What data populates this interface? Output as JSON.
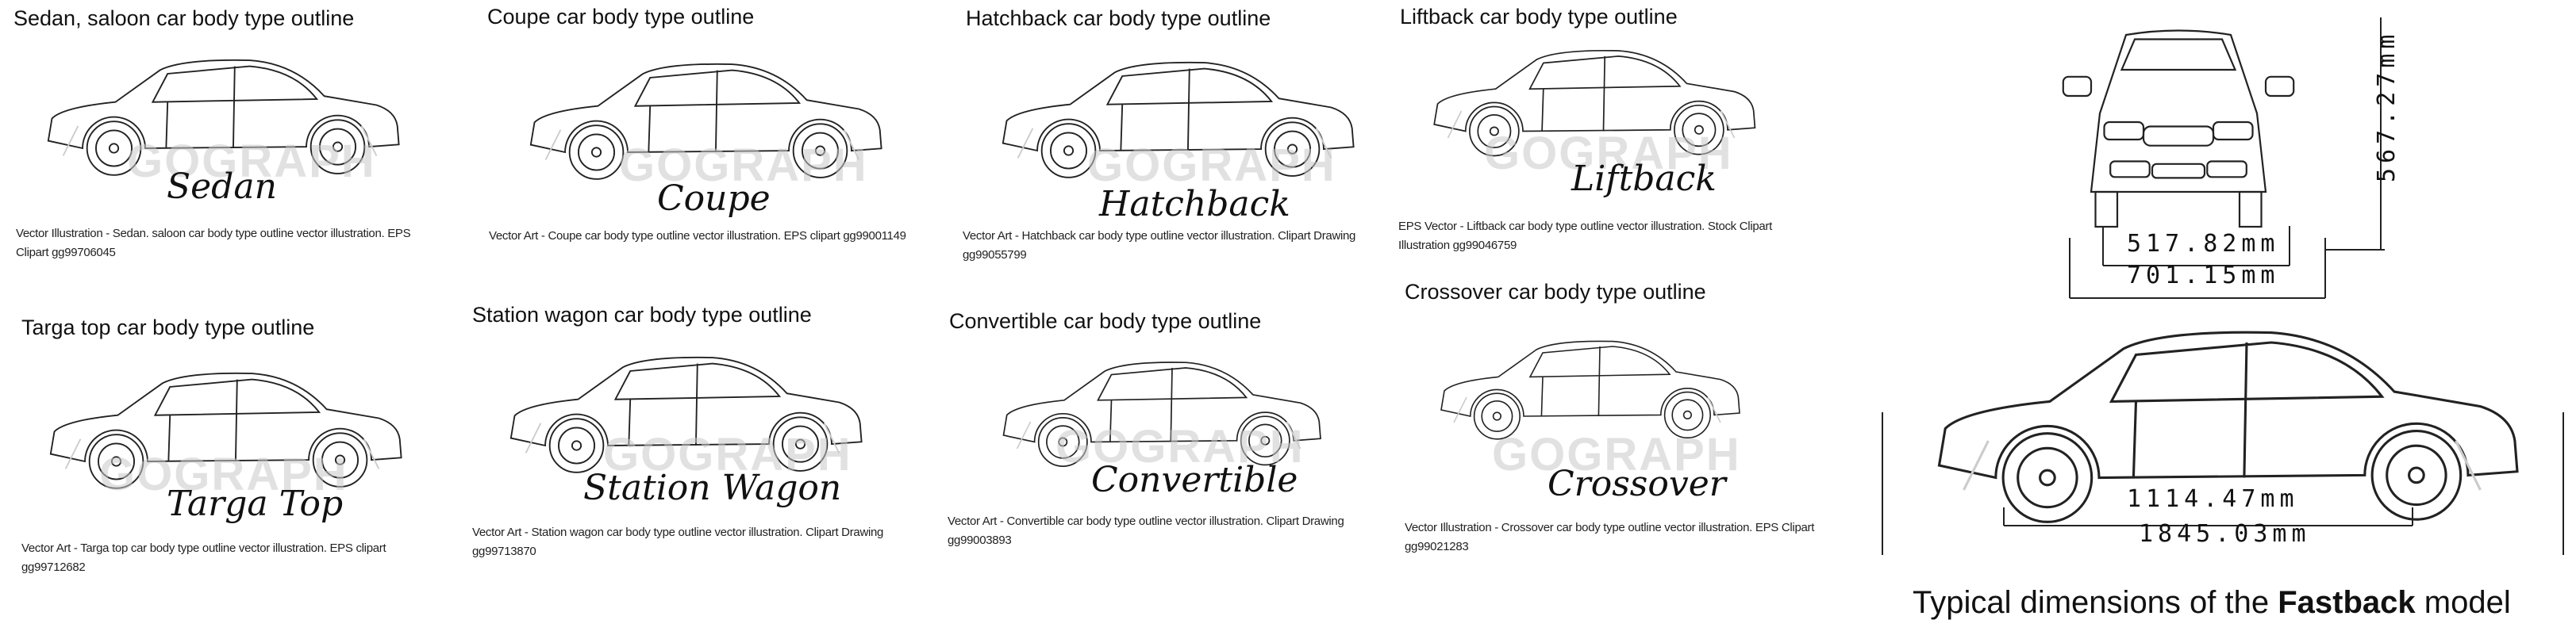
{
  "panels": [
    {
      "title": "Sedan, saloon car body type outline",
      "label": "Sedan",
      "watermark": "GOGRAPH",
      "caption": "Vector Illustration - Sedan. saloon car body type outline vector illustration. EPS Clipart gg99706045"
    },
    {
      "title": "Coupe car body type outline",
      "label": "Coupe",
      "watermark": "GOGRAPH",
      "caption": "Vector Art - Coupe car body type outline vector illustration. EPS clipart gg99001149"
    },
    {
      "title": "Hatchback car body type outline",
      "label": "Hatchback",
      "watermark": "GOGRAPH",
      "caption": "Vector Art - Hatchback car body type outline vector illustration. Clipart Drawing gg99055799"
    },
    {
      "title": "Liftback car body type outline",
      "label": "Liftback",
      "watermark": "GOGRAPH",
      "caption": "EPS Vector - Liftback car body type outline vector illustration. Stock Clipart Illustration gg99046759"
    },
    {
      "title": "Targa top car body type outline",
      "label": "Targa Top",
      "watermark": "GOGRAPH",
      "caption": "Vector Art - Targa top car body type outline vector illustration. EPS clipart gg99712682"
    },
    {
      "title": "Station wagon car body type outline",
      "label": "Station Wagon",
      "watermark": "GOGRAPH",
      "caption": "Vector Art - Station wagon car body type outline vector illustration. Clipart Drawing gg99713870"
    },
    {
      "title": "Convertible car body type outline",
      "label": "Convertible",
      "watermark": "GOGRAPH",
      "caption": "Vector Art - Convertible car body type outline vector illustration. Clipart Drawing gg99003893"
    },
    {
      "title": "Crossover car body type outline",
      "label": "Crossover",
      "watermark": "GOGRAPH",
      "caption": "Vector Illustration - Crossover car body type outline vector illustration. EPS Clipart gg99021283"
    }
  ],
  "fastback": {
    "height": "567.27mm",
    "track_inner": "517.82mm",
    "width": "701.15mm",
    "wheelbase": "1114.47mm",
    "length": "1845.03mm",
    "caption_pre": "Typical dimensions of the ",
    "caption_bold": "Fastback",
    "caption_post": " model"
  }
}
